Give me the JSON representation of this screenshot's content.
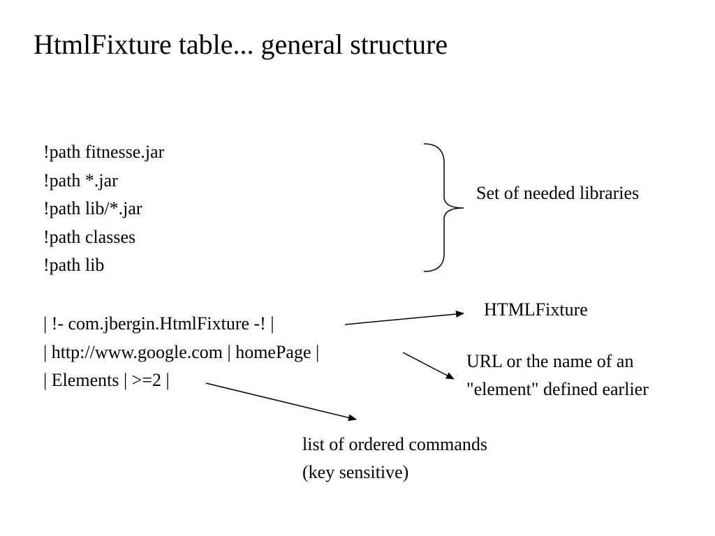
{
  "slide": {
    "title": "HtmlFixture table... general structure"
  },
  "paths": [
    "!path fitnesse.jar",
    "!path *.jar",
    "!path lib/*.jar",
    "!path classes",
    "!path lib"
  ],
  "table_rows": [
    "| !- com.jbergin.HtmlFixture -! |",
    "| http://www.google.com | homePage |",
    "| Elements | >=2 |"
  ],
  "annotations": {
    "libraries": "Set of needed libraries",
    "htmlfixture": "HTMLFixture",
    "url": [
      "URL or the name of an",
      "\"element\" defined earlier"
    ],
    "commands": [
      "list of ordered commands",
      "(key sensitive)"
    ]
  }
}
